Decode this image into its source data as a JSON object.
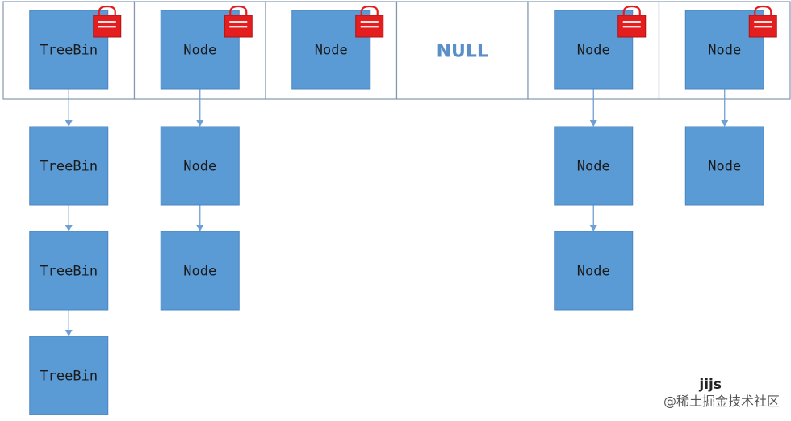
{
  "colors": {
    "node_fill": "#5b9bd5",
    "node_stroke": "#4a86c0",
    "lock_fill": "#e41e1e",
    "slot_stroke": "#8497b0",
    "arrow": "#6f9fd4",
    "null_text": "#5b8fc7"
  },
  "slots": [
    {
      "label": "TreeBin",
      "locked": true,
      "chain": [
        "TreeBin",
        "TreeBin",
        "TreeBin"
      ]
    },
    {
      "label": "Node",
      "locked": true,
      "chain": [
        "Node",
        "Node"
      ]
    },
    {
      "label": "Node",
      "locked": true,
      "chain": []
    },
    {
      "label": "NULL",
      "locked": false,
      "is_null": true,
      "chain": []
    },
    {
      "label": "Node",
      "locked": true,
      "chain": [
        "Node",
        "Node"
      ]
    },
    {
      "label": "Node",
      "locked": true,
      "chain": [
        "Node"
      ]
    }
  ],
  "icons": {
    "lock": "lock-icon",
    "arrow": "arrow-down-icon"
  },
  "watermark": {
    "user": "jijs",
    "site": "@稀土掘金技术社区"
  }
}
